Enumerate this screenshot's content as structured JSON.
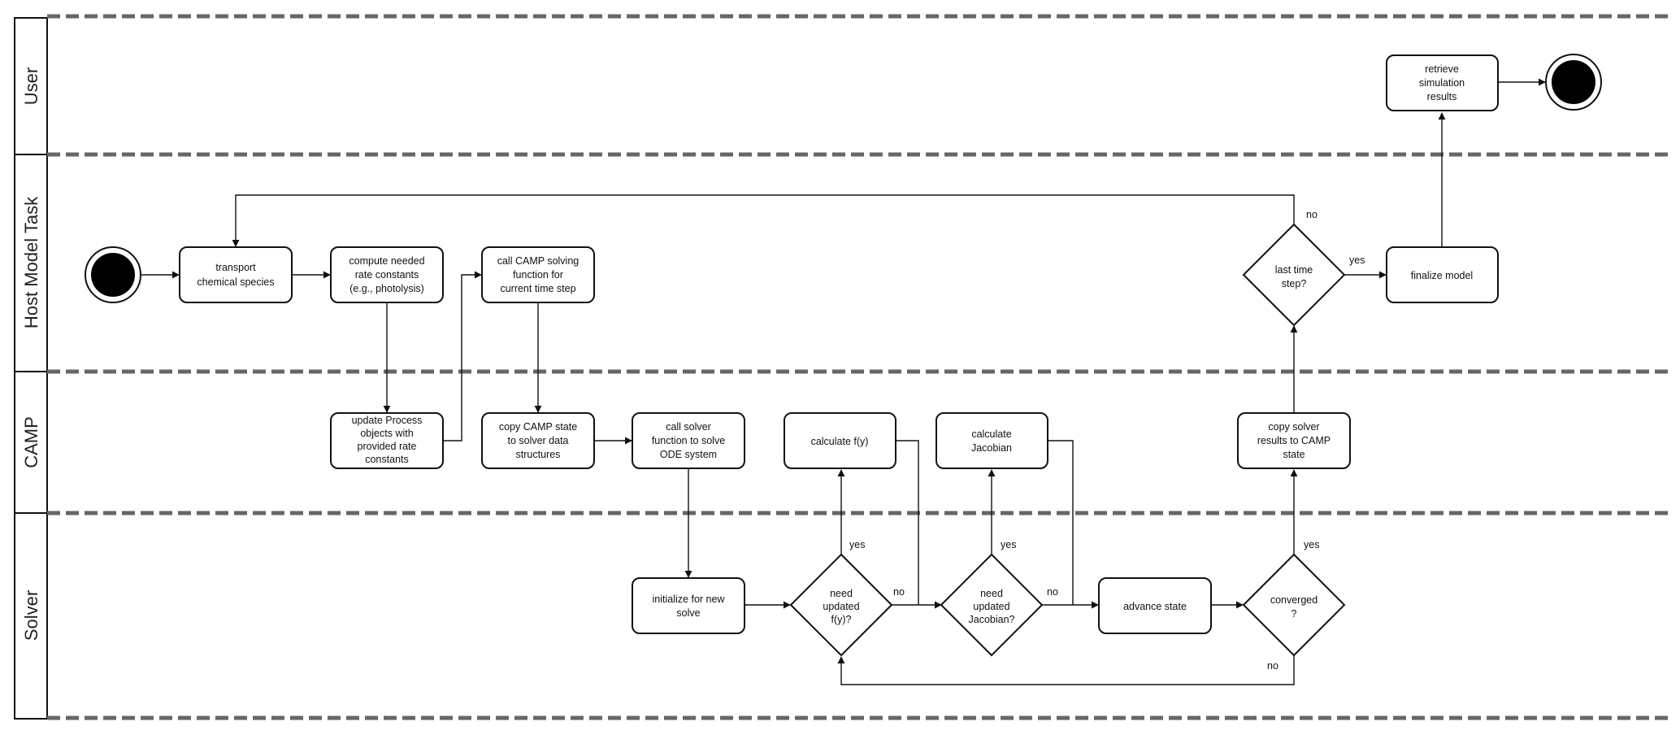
{
  "lanes": [
    {
      "id": "user",
      "label": "User"
    },
    {
      "id": "host",
      "label": "Host Model Task"
    },
    {
      "id": "camp",
      "label": "CAMP"
    },
    {
      "id": "solver",
      "label": "Solver"
    }
  ],
  "nodes": {
    "transport": [
      "transport",
      "chemical species"
    ],
    "compute_rates": [
      "compute needed",
      "rate constants",
      "(e.g., photolysis)"
    ],
    "call_camp": [
      "call CAMP solving",
      "function for",
      "current time step"
    ],
    "update_process": [
      "update Process",
      "objects with",
      "provided rate",
      "constants"
    ],
    "copy_state": [
      "copy CAMP state",
      "to solver data",
      "structures"
    ],
    "call_solver": [
      "call solver",
      "function to solve",
      "ODE system"
    ],
    "calc_fy": [
      "calculate f(y)"
    ],
    "calc_jac": [
      "calculate",
      "Jacobian"
    ],
    "copy_results": [
      "copy solver",
      "results to CAMP",
      "state"
    ],
    "init_solve": [
      "initialize for new",
      "solve"
    ],
    "need_fy": [
      "need",
      "updated",
      "f(y)?"
    ],
    "need_jac": [
      "need",
      "updated",
      "Jacobian?"
    ],
    "advance": [
      "advance state"
    ],
    "converged": [
      "converged",
      "?"
    ],
    "last_step": [
      "last time",
      "step?"
    ],
    "finalize": [
      "finalize model"
    ],
    "retrieve": [
      "retrieve",
      "simulation",
      "results"
    ]
  },
  "edge_labels": {
    "last_no": "no",
    "last_yes": "yes",
    "fy_yes": "yes",
    "fy_no": "no",
    "jac_yes": "yes",
    "jac_no": "no",
    "conv_yes": "yes",
    "conv_no": "no"
  }
}
